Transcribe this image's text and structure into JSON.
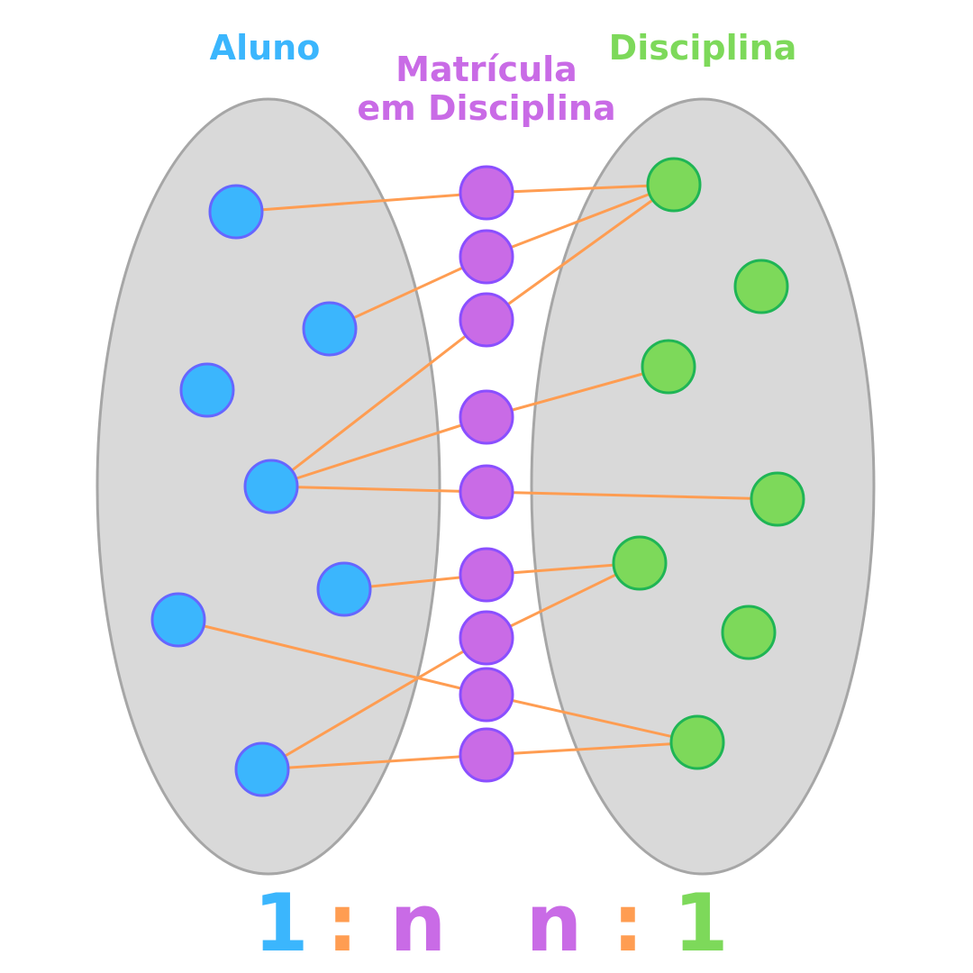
{
  "labels": {
    "aluno": "Aluno",
    "matricula_line1": "Matrícula",
    "matricula_line2": "em Disciplina",
    "disciplina": "Disciplina"
  },
  "ratio": {
    "left_one": "1",
    "left_colon": ":",
    "left_n": "n",
    "right_n": "n",
    "right_colon": ":",
    "right_one": "1"
  },
  "colors": {
    "aluno": "#3bb6fd",
    "aluno_stroke": "#6666ff",
    "matricula": "#c96be6",
    "matricula_stroke": "#8a4fff",
    "disciplina": "#7dd95a",
    "disciplina_stroke": "#1fb555",
    "edge": "#ff9d52",
    "set_fill": "#d9d9d9",
    "set_stroke": "#a6a6a6"
  },
  "sets": {
    "aluno": {
      "node_count": 7
    },
    "matricula": {
      "node_count": 9
    },
    "disciplina": {
      "node_count": 7
    }
  },
  "relations": [
    {
      "aluno": 1,
      "matricula": 1,
      "disciplina": 1
    },
    {
      "aluno": 2,
      "matricula": 2,
      "disciplina": 1
    },
    {
      "aluno": 4,
      "matricula": 3,
      "disciplina": 1
    },
    {
      "aluno": 4,
      "matricula": 4,
      "disciplina": 3
    },
    {
      "aluno": 4,
      "matricula": 5,
      "disciplina": 4
    },
    {
      "aluno": 5,
      "matricula": 6,
      "disciplina": 5
    },
    {
      "aluno": 7,
      "matricula": 7,
      "disciplina": 5
    },
    {
      "aluno": 6,
      "matricula": 8,
      "disciplina": 7
    },
    {
      "aluno": 7,
      "matricula": 9,
      "disciplina": 7
    }
  ]
}
